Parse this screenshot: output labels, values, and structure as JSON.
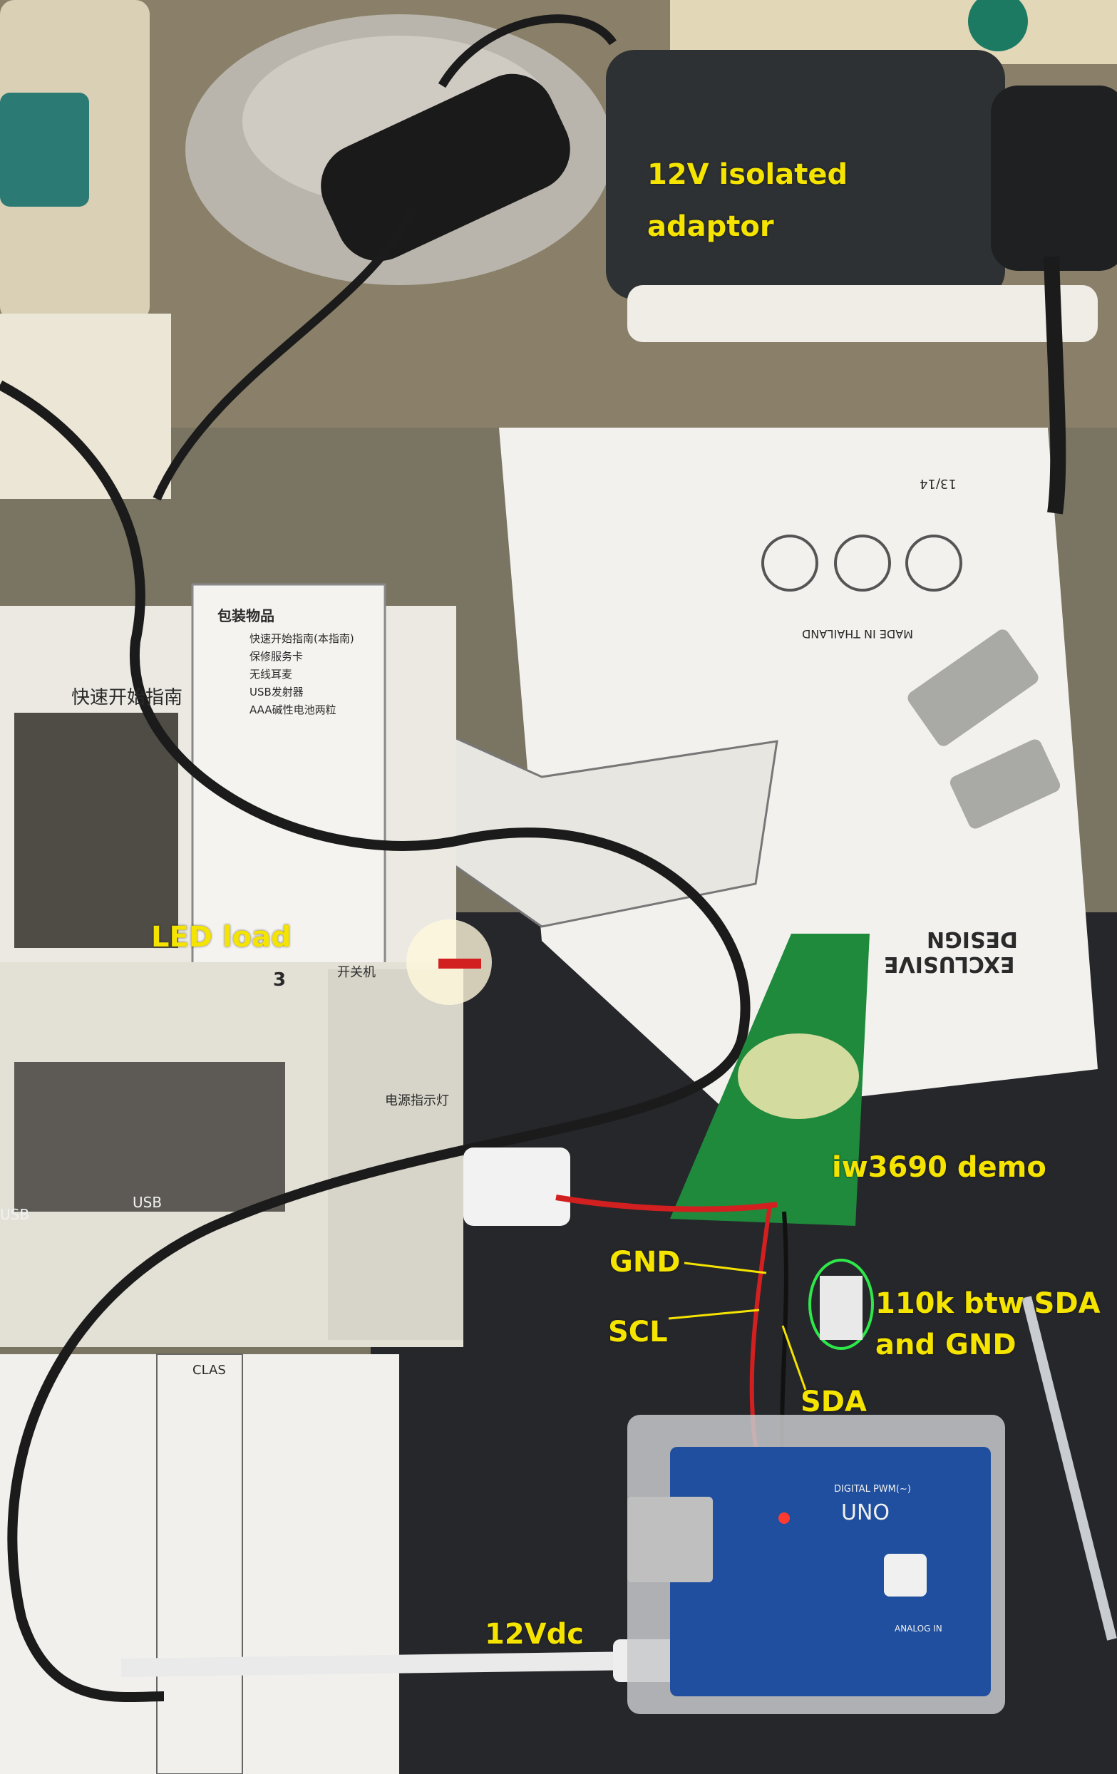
{
  "annotations": {
    "adaptor_line1": "12V isolated",
    "adaptor_line2": "adaptor",
    "led_load": "LED load",
    "iw3690_demo": "iw3690 demo",
    "gnd": "GND",
    "scl": "SCL",
    "sda": "SDA",
    "resistor_line1": "110k btw SDA",
    "resistor_line2": "and GND",
    "supply": "12Vdc"
  },
  "documents": {
    "box_title": "包装物品",
    "box_items": [
      "快速开始指南(本指南)",
      "保修服务卡",
      "无线耳麦",
      "USB发射器",
      "AAA碱性电池两粒"
    ],
    "quick_start": "快速开始指南",
    "page_number": "13/14",
    "made_in": "MADE IN THAILAND",
    "exclusive_line1": "EXCLUSIVE",
    "exclusive_line2": "DESIGN",
    "panel_number": "3",
    "power_switch": "开关机",
    "usb_left": "USB",
    "usb_right": "USB",
    "power_indicator": "电源指示灯",
    "form_class": "CLAS"
  },
  "board": {
    "arduino_name": "UNO",
    "arduino_digital": "DIGITAL PWM(~)",
    "arduino_analog": "ANALOG IN"
  },
  "colors": {
    "label_yellow": "#f5e300",
    "pcb_green": "#1f8a3c",
    "arduino_blue": "#1f4f9e",
    "cable_black": "#1b1b1b",
    "wire_red": "#d22020",
    "resistor_highlight": "#2ee84a"
  }
}
